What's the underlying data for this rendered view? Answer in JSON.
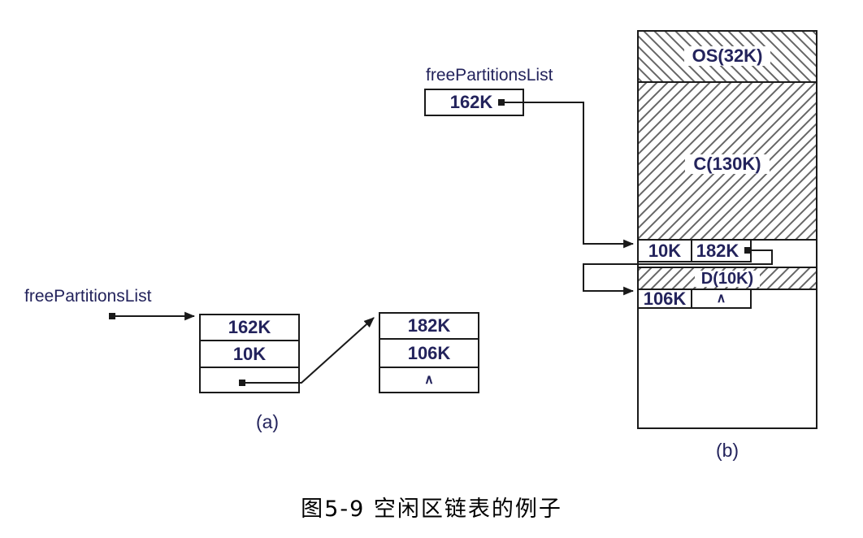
{
  "figure": {
    "caption": "图5-9 空闲区链表的例子",
    "colors": {
      "background": "#ffffff",
      "line": "#1a1a1a",
      "hatch": "#666666",
      "label_text": "#23235c",
      "caption_text": "#000000"
    },
    "part_a": {
      "label": "(a)",
      "pointer_label": "freePartitionsList",
      "nodes": [
        {
          "cells": [
            "162K",
            "10K",
            ""
          ]
        },
        {
          "cells": [
            "182K",
            "106K",
            "∧"
          ]
        }
      ]
    },
    "part_b": {
      "label": "(b)",
      "pointer_label": "freePartitionsList",
      "head_box": "162K",
      "memory": {
        "os": "OS(32K)",
        "c": "C(130K)",
        "d": "D(10K)",
        "free1": {
          "size": "10K",
          "next": "182K"
        },
        "free2": {
          "size": "106K",
          "next": "∧"
        }
      }
    }
  }
}
